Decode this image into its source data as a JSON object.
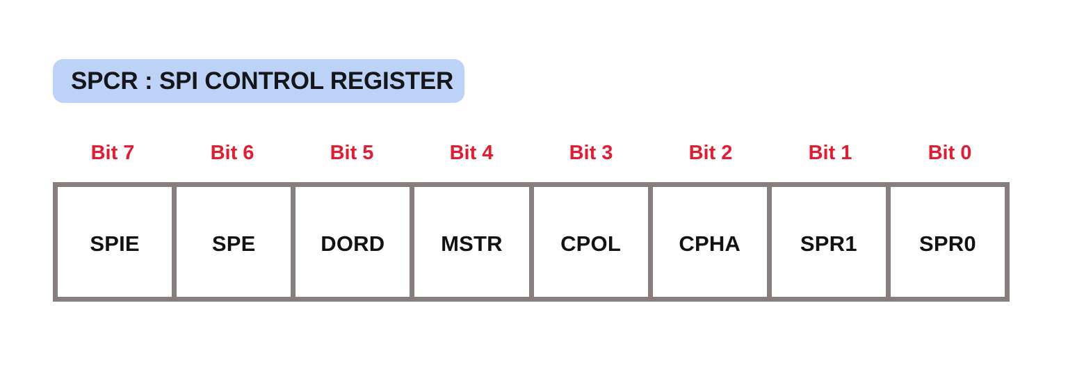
{
  "title": {
    "text": "SPCR : SPI CONTROL REGISTER",
    "badge_color": "#bcd3f7",
    "text_color": "#15161a"
  },
  "colors": {
    "background": "#ffffff",
    "bit_label": "#e51c31",
    "table_border": "#887e7d",
    "cell_background": "#ffffff",
    "cell_text": "#111214"
  },
  "register": {
    "name": "SPCR",
    "description": "SPI CONTROL REGISTER",
    "bit_count": 8,
    "bits": [
      {
        "label": "Bit 7",
        "name": "SPIE"
      },
      {
        "label": "Bit 6",
        "name": "SPE"
      },
      {
        "label": "Bit 5",
        "name": "DORD"
      },
      {
        "label": "Bit 4",
        "name": "MSTR"
      },
      {
        "label": "Bit 3",
        "name": "CPOL"
      },
      {
        "label": "Bit 2",
        "name": "CPHA"
      },
      {
        "label": "Bit 1",
        "name": "SPR1"
      },
      {
        "label": "Bit 0",
        "name": "SPR0"
      }
    ]
  }
}
